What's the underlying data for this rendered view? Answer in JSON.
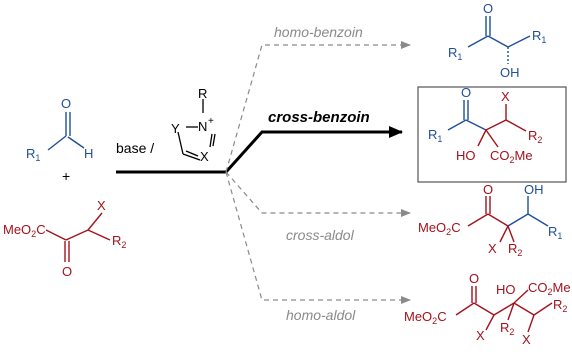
{
  "colors": {
    "aldehyde": "#1f4e9a",
    "ketoester": "#a3121c",
    "ink": "#000000",
    "minor_route": "#8a8a8a"
  },
  "routes": {
    "homo_benzoin": "homo-benzoin",
    "cross_benzoin": "cross-benzoin",
    "cross_aldol": "cross-aldol",
    "homo_aldol": "homo-aldol"
  },
  "conditions": {
    "base": "base /",
    "plus": "+"
  },
  "atoms": {
    "O": "O",
    "H": "H",
    "OH": "OH",
    "HO": "HO",
    "X": "X",
    "Y": "Y",
    "N": "N",
    "R": "R",
    "R1_base": "R",
    "R1_sub": "1",
    "R2_base": "R",
    "R2_sub": "2",
    "plus_charge": "+",
    "MeO2C_pre": "MeO",
    "MeO2C_sub": "2",
    "MeO2C_post": "C",
    "CO2Me_pre": "CO",
    "CO2Me_sub": "2",
    "CO2Me_post": "Me"
  }
}
